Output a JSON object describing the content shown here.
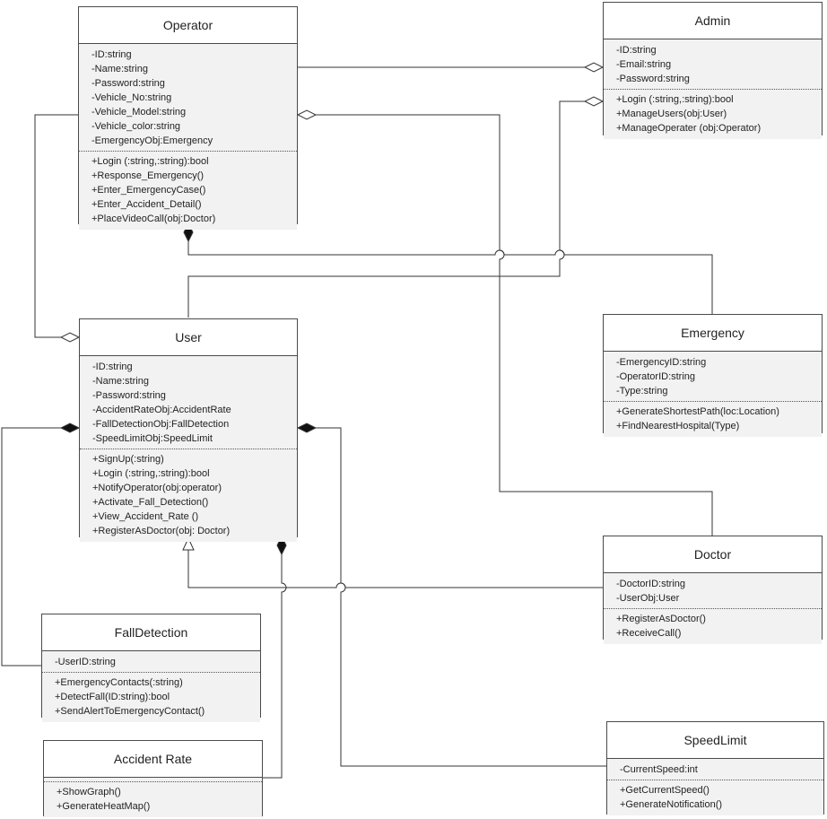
{
  "classes": {
    "operator": {
      "name": "Operator",
      "attributes": [
        "-ID:string",
        "-Name:string",
        "-Password:string",
        "-Vehicle_No:string",
        "-Vehicle_Model:string",
        "-Vehicle_color:string",
        "-EmergencyObj:Emergency"
      ],
      "methods": [
        "+Login (:string,:string):bool",
        "+Response_Emergency()",
        "+Enter_EmergencyCase()",
        "+Enter_Accident_Detail()",
        "+PlaceVideoCall(obj:Doctor)"
      ]
    },
    "admin": {
      "name": "Admin",
      "attributes": [
        "-ID:string",
        "-Email:string",
        "-Password:string"
      ],
      "methods": [
        "+Login (:string,:string):bool",
        "+ManageUsers(obj:User)",
        "+ManageOperater (obj:Operator)"
      ]
    },
    "user": {
      "name": "User",
      "attributes": [
        "-ID:string",
        "-Name:string",
        "-Password:string",
        "-AccidentRateObj:AccidentRate",
        "-FallDetectionObj:FallDetection",
        "-SpeedLimitObj:SpeedLimit"
      ],
      "methods": [
        "+SignUp(:string)",
        "+Login (:string,:string):bool",
        "+NotifyOperator(obj:operator)",
        "+Activate_Fall_Detection()",
        "+View_Accident_Rate ()",
        "+RegisterAsDoctor(obj: Doctor)"
      ]
    },
    "emergency": {
      "name": "Emergency",
      "attributes": [
        "-EmergencyID:string",
        "-OperatorID:string",
        "-Type:string"
      ],
      "methods": [
        "+GenerateShortestPath(loc:Location)",
        "+FindNearestHospital(Type)"
      ]
    },
    "doctor": {
      "name": "Doctor",
      "attributes": [
        "-DoctorID:string",
        "-UserObj:User"
      ],
      "methods": [
        "+RegisterAsDoctor()",
        "+ReceiveCall()"
      ]
    },
    "fall_detection": {
      "name": "FallDetection",
      "attributes": [
        "-UserID:string"
      ],
      "methods": [
        "+EmergencyContacts(:string)",
        "+DetectFall(ID:string):bool",
        "+SendAlertToEmergencyContact()"
      ]
    },
    "accident_rate": {
      "name": "Accident Rate",
      "attributes": [],
      "methods": [
        "+ShowGraph()",
        "+GenerateHeatMap()"
      ]
    },
    "speed_limit": {
      "name": "SpeedLimit",
      "attributes": [
        "-CurrentSpeed:int"
      ],
      "methods": [
        "+GetCurrentSpeed()",
        "+GenerateNotification()"
      ]
    }
  }
}
